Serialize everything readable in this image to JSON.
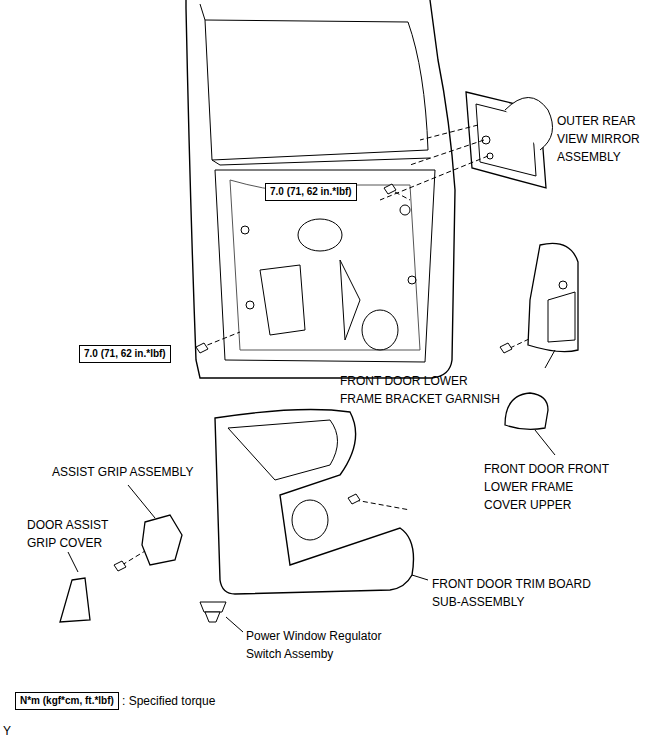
{
  "diagram": {
    "nodes": [
      {
        "text": [
          "7.0 (71, 62 in.*lbf)"
        ]
      },
      {
        "text": [
          "7.0 (71, 62 in.*lbf)"
        ]
      },
      {
        "text": [
          "N*m (kgf*cm, ft.*lbf)"
        ]
      }
    ],
    "labels": [
      "OUTER REAR VIEW MIRROR ASSEMBLY",
      "FRONT DOOR LOWER FRAME BRACKET GARNISH",
      "FRONT DOOR FRONT LOWER FRAME COVER UPPER",
      "ASSIST GRIP ASSEMBLY",
      "DOOR ASSIST GRIP COVER",
      "FRONT DOOR TRIM BOARD SUB-ASSEMBLY",
      "Power Window Regulator Switch Assemby",
      ": Specified torque",
      "Y"
    ]
  }
}
